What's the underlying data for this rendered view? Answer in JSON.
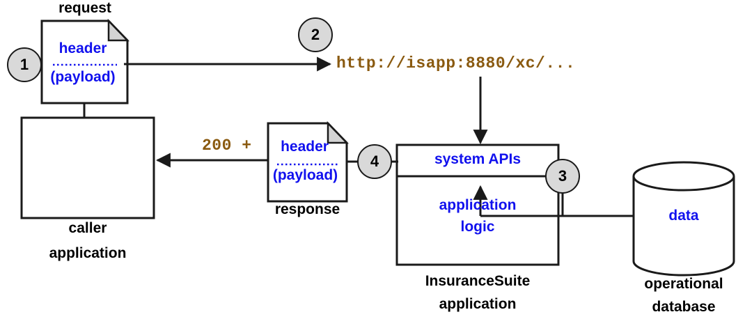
{
  "diagram": {
    "title": "InsuranceSuite REST API request flow",
    "colors": {
      "blue_text": "#1111ee",
      "brown_mono": "#8a5a10",
      "circle_fill": "#d9d9d9",
      "stroke": "#1a1a1a",
      "fold_fill": "#d4d4d4",
      "background": "#ffffff"
    },
    "steps": [
      {
        "id": "step-1",
        "number": "1"
      },
      {
        "id": "step-2",
        "number": "2"
      },
      {
        "id": "step-3",
        "number": "3"
      },
      {
        "id": "step-4",
        "number": "4"
      }
    ],
    "nodes": {
      "request_doc": {
        "caption": "request",
        "line1": "header",
        "line2": "(payload)"
      },
      "response_doc": {
        "caption": "response",
        "line1": "header",
        "line2": "(payload)"
      },
      "caller_app": {
        "caption_line1": "caller",
        "caption_line2": "application"
      },
      "insurancesuite_app": {
        "top_band_label": "system APIs",
        "inner_label_line1": "application",
        "inner_label_line2": "logic",
        "caption_line1": "InsuranceSuite",
        "caption_line2": "application"
      },
      "operational_database": {
        "inner_label": "data",
        "caption_line1": "operational",
        "caption_line2": "database"
      }
    },
    "edge_labels": {
      "url": "http://isapp:8880/xc/...",
      "status": "200 +"
    }
  }
}
